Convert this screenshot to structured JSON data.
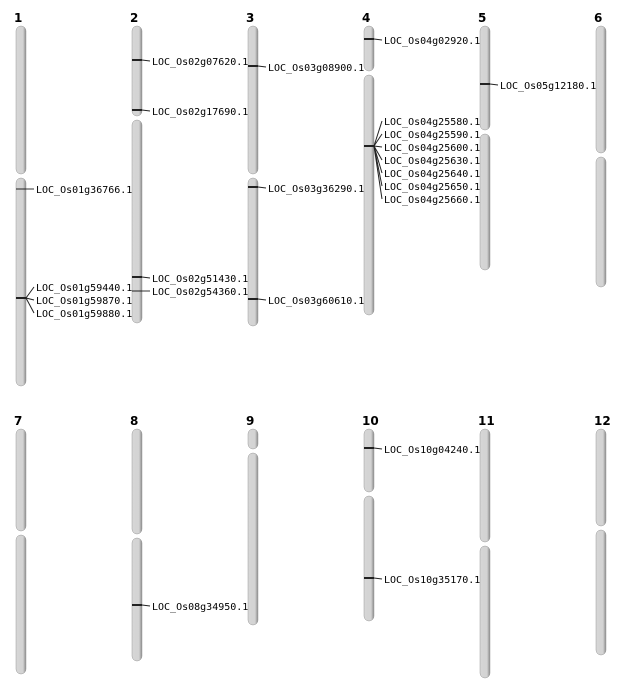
{
  "chromosomes": [
    {
      "label": "1",
      "genes": [
        "LOC_Os01g36766.1",
        "LOC_Os01g59440.1",
        "LOC_Os01g59870.1",
        "LOC_Os01g59880.1"
      ]
    },
    {
      "label": "2",
      "genes": [
        "LOC_Os02g07620.1",
        "LOC_Os02g17690.1",
        "LOC_Os02g51430.1",
        "LOC_Os02g54360.1"
      ]
    },
    {
      "label": "3",
      "genes": [
        "LOC_Os03g08900.1",
        "LOC_Os03g36290.1",
        "LOC_Os03g60610.1"
      ]
    },
    {
      "label": "4",
      "genes": [
        "LOC_Os04g02920.1",
        "LOC_Os04g25580.1",
        "LOC_Os04g25590.1",
        "LOC_Os04g25600.1",
        "LOC_Os04g25630.1",
        "LOC_Os04g25640.1",
        "LOC_Os04g25650.1",
        "LOC_Os04g25660.1"
      ]
    },
    {
      "label": "5",
      "genes": [
        "LOC_Os05g12180.1"
      ]
    },
    {
      "label": "6",
      "genes": []
    },
    {
      "label": "7",
      "genes": []
    },
    {
      "label": "8",
      "genes": [
        "LOC_Os08g34950.1"
      ]
    },
    {
      "label": "9",
      "genes": []
    },
    {
      "label": "10",
      "genes": [
        "LOC_Os10g04240.1",
        "LOC_Os10g35170.1"
      ]
    },
    {
      "label": "11",
      "genes": []
    },
    {
      "label": "12",
      "genes": []
    }
  ]
}
